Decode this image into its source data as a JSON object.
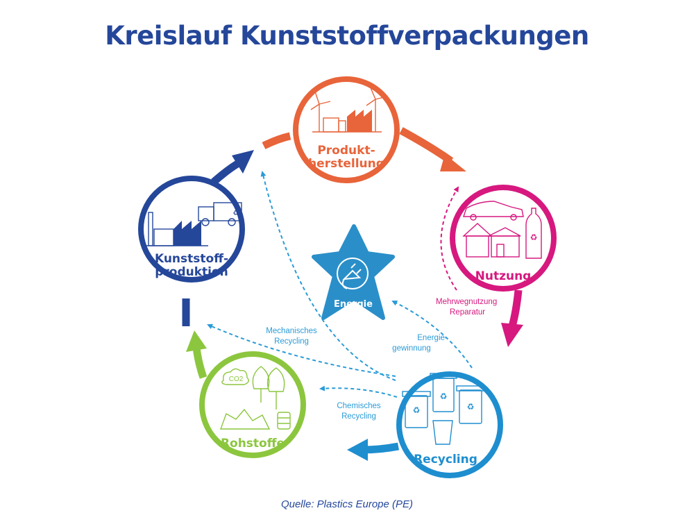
{
  "title": "Kreislauf Kunststoffverpackungen",
  "source": "Quelle: Plastics Europe (PE)",
  "colors": {
    "orange": "#e8643a",
    "magenta": "#d6187f",
    "cyan": "#1e8ecf",
    "green": "#8cc63e",
    "darkblue": "#25479a",
    "star": "#2a8fc9",
    "dashed": "#2a9bd7"
  },
  "nodes": {
    "produktherstellung": {
      "line1": "Produkt-",
      "line2": "herstellung",
      "icon": "factory-wind-turbines-icon"
    },
    "nutzung": {
      "line1": "Nutzung",
      "icon": "car-house-bottle-icon"
    },
    "recycling": {
      "line1": "Recycling",
      "icon": "recycling-bins-icon"
    },
    "rohstoffe": {
      "line1": "Rohstoffe",
      "icon": "co2-trees-barrels-icon"
    },
    "kunststoffproduktion": {
      "line1": "Kunststoff-",
      "line2": "produktion",
      "icon": "factory-truck-icon"
    }
  },
  "center": {
    "label": "Energie",
    "icon": "energy-plug-icon"
  },
  "flows": {
    "mehrweg": {
      "line1": "Mehrwegnutzung",
      "line2": "Reparatur"
    },
    "energiegewinnung": {
      "line1": "Energie-",
      "line2": "gewinnung"
    },
    "mechanisches": {
      "line1": "Mechanisches",
      "line2": "Recycling"
    },
    "chemisches": {
      "line1": "Chemisches",
      "line2": "Recycling"
    }
  }
}
